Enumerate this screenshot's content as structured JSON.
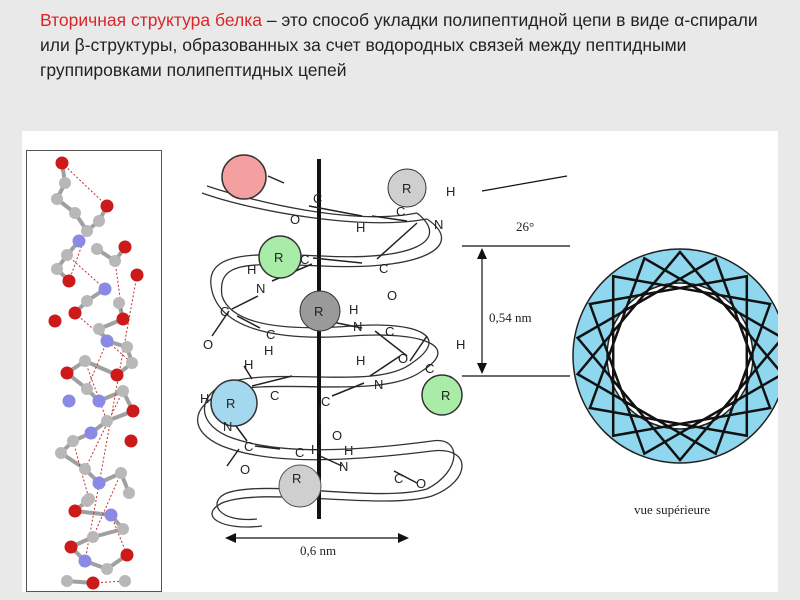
{
  "title": {
    "term": "Вторичная структура белка",
    "definition": " – это способ укладки полипептидной цепи в виде α-спирали или β-структуры, образованных за счет водородных связей между пептидными группировками полипептидных цепей"
  },
  "diagram": {
    "angle_label": "26°",
    "pitch_label": "0,54 nm",
    "width_label": "0,6 nm",
    "top_view_label": "vue supérieure",
    "atoms": {
      "R": "R",
      "C": "C",
      "N": "N",
      "O": "O",
      "H": "H"
    }
  },
  "colors": {
    "title_red": "#d9262b",
    "oxygen_red": "#cc1a1a",
    "nitrogen_blue": "#8a8ae6",
    "carbon_gray": "#b8b8b8",
    "r_pink": "#f5a0a0",
    "r_green": "#a8eca8",
    "r_blue": "#a4d8ee",
    "r_gray": "#cfcfcf",
    "ring_blue": "#8ed7ee"
  }
}
